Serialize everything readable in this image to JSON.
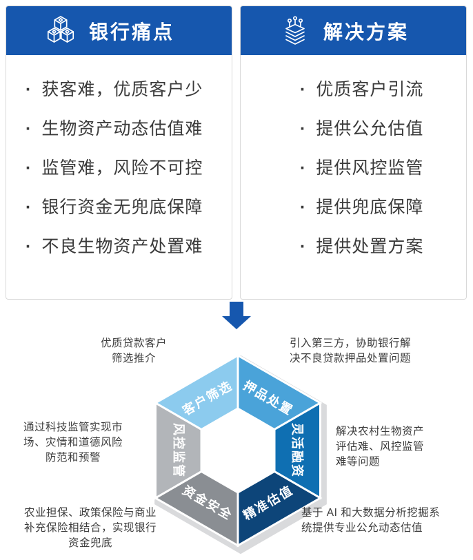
{
  "colors": {
    "header_blue": "#1657ae",
    "arrow_blue": "#1657ae",
    "text_dark": "#3a3a3a",
    "card_border": "#d9d9d9"
  },
  "pain_panel": {
    "title": "银行痛点",
    "items": [
      "获客难，优质客户少",
      "生物资产动态估值难",
      "监管难，风险不可控",
      "银行资金无兜底保障",
      "不良生物资产处置难"
    ]
  },
  "solution_panel": {
    "title": "解决方案",
    "items": [
      "优质客户引流",
      "提供公允估值",
      "提供风控监管",
      "提供兜底保障",
      "提供处置方案"
    ]
  },
  "hexagon": {
    "segments": [
      {
        "label": "客户筛选",
        "color": "#8ccbee"
      },
      {
        "label": "押品处置",
        "color": "#4aa3d9"
      },
      {
        "label": "灵活融资",
        "color": "#0f6fb2"
      },
      {
        "label": "精准估值",
        "color": "#0d4579"
      },
      {
        "label": "资金安全",
        "color": "#8a8e93"
      },
      {
        "label": "风控监管",
        "color": "#b2b5b9"
      }
    ]
  },
  "annotations": [
    {
      "position": "top-left",
      "text": "优质贷款客户\n筛选推介"
    },
    {
      "position": "top-right",
      "text": "引入第三方，协助银行解\n决不良贷款押品处置问题"
    },
    {
      "position": "mid-left",
      "text": "通过科技监管实现市\n场、灾情和道德风险\n防范和预警"
    },
    {
      "position": "mid-right",
      "text": "解决农村生物资产\n评估难、风控监管\n难等问题"
    },
    {
      "position": "bottom-left",
      "text": "农业担保、政策保险与商业\n补充保险相结合，实现银行\n资金兜底"
    },
    {
      "position": "bottom-right",
      "text": "基于 AI 和大数据分析挖掘系\n统提供专业公允动态估值"
    }
  ]
}
